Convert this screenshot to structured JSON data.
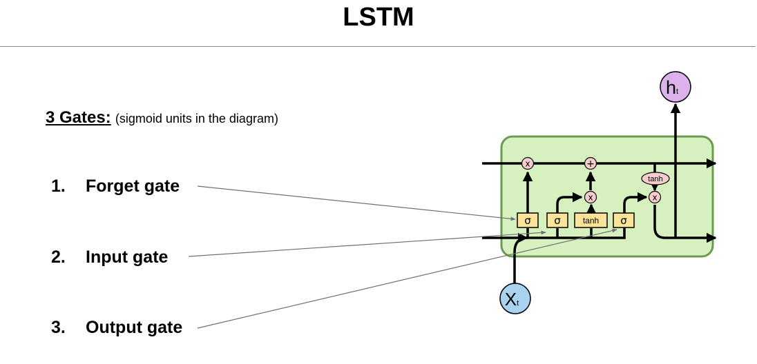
{
  "title": "LSTM",
  "heading": {
    "label": "3 Gates:",
    "subtitle": "(sigmoid units in the diagram)"
  },
  "gates": [
    {
      "number": "1.",
      "name": "Forget gate"
    },
    {
      "number": "2.",
      "name": "Input gate"
    },
    {
      "number": "3.",
      "name": "Output gate"
    }
  ],
  "cell": {
    "sigma_symbol": "σ",
    "tanh_label": "tanh",
    "multiply_symbol": "x",
    "add_symbol": "+",
    "output_label": "h",
    "output_subscript": "t",
    "input_label": "X",
    "input_subscript": "t"
  },
  "colors": {
    "cell_fill": "#d6f0bf",
    "cell_border": "#6a9a50",
    "gate_fill": "#fbe49a",
    "op_fill": "#f7cccc",
    "output_node": "#dcb1ec",
    "input_node": "#a9d1f0"
  }
}
